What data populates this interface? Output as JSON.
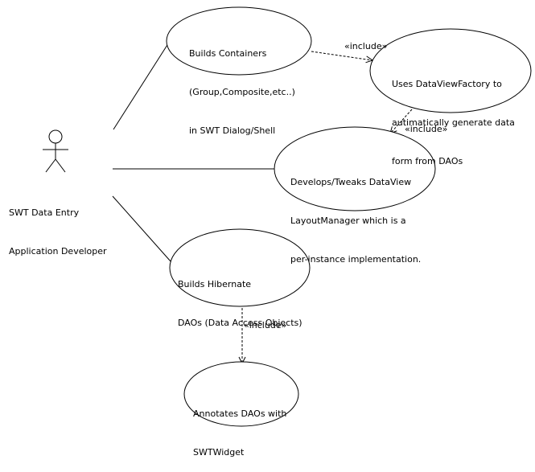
{
  "actor": {
    "name_lines": [
      "SWT Data Entry",
      "Application Developer"
    ]
  },
  "use_cases": {
    "builds_containers": [
      "Builds Containers",
      "(Group,Composite,etc..)",
      "in SWT Dialog/Shell"
    ],
    "uses_dataviewfactory": [
      "Uses DataViewFactory to",
      "autimatically generate data",
      "form from DAOs"
    ],
    "develops_layoutmanager": [
      "Develops/Tweaks DataView",
      "LayoutManager which is a",
      "per-instance implementation."
    ],
    "builds_hibernate_daos": [
      "Builds Hibernate",
      "DAOs (Data Access Objects)"
    ],
    "annotates_daos": [
      "Annotates DAOs with",
      "SWTWidget"
    ]
  },
  "relations": {
    "include_1": "«include»",
    "include_2": "«include»",
    "include_3": "«include»"
  },
  "colors": {
    "stroke": "#000000",
    "background": "#ffffff"
  }
}
